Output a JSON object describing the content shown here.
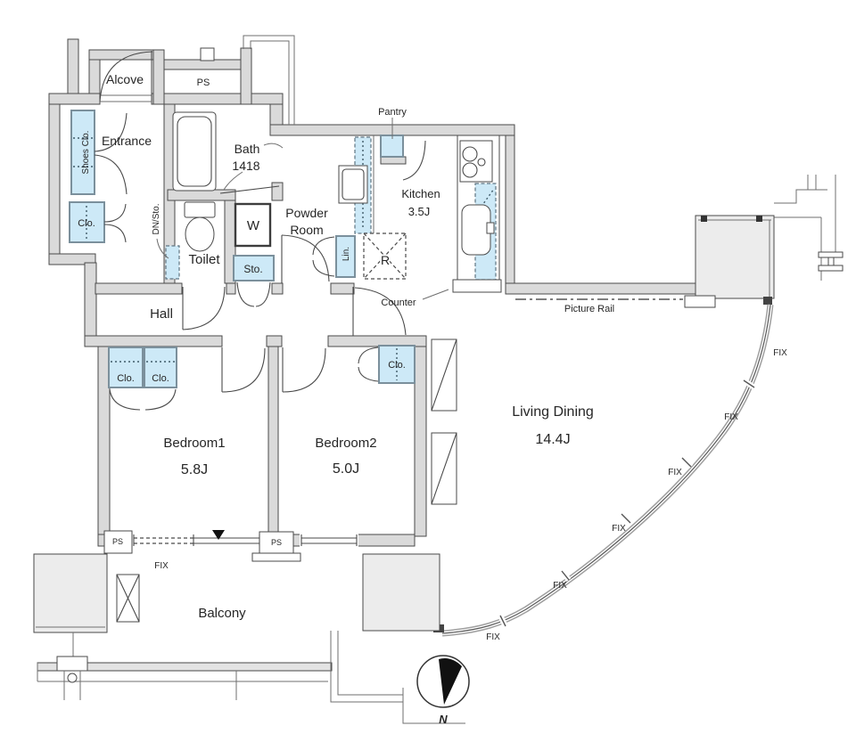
{
  "floorplan": {
    "rooms": {
      "alcove": "Alcove",
      "ps_top": "PS",
      "entrance": "Entrance",
      "bath_line1": "Bath",
      "bath_line2": "1418",
      "powder_line1": "Powder",
      "powder_line2": "Room",
      "toilet": "Toilet",
      "hall": "Hall",
      "kitchen_line1": "Kitchen",
      "kitchen_line2": "3.5J",
      "living_line1": "Living Dining",
      "living_line2": "14.4J",
      "bedroom1_line1": "Bedroom1",
      "bedroom1_line2": "5.8J",
      "bedroom2_line1": "Bedroom2",
      "bedroom2_line2": "5.0J",
      "balcony": "Balcony"
    },
    "storage": {
      "shoes_clo": "Shoes Clo.",
      "clo_entrance": "Clo.",
      "dn_sto": "DN/Sto.",
      "washer": "W",
      "sto": "Sto.",
      "lin": "Lin.",
      "pantry": "Pantry",
      "fridge": "R",
      "clo_bed1_left": "Clo.",
      "clo_bed1_right": "Clo.",
      "clo_bed2": "Clo."
    },
    "labels": {
      "counter": "Counter",
      "picture_rail": "Picture Rail",
      "fix": "FIX",
      "ps_shaft": "PS",
      "north": "N"
    },
    "colors": {
      "wall_fill": "#dadada",
      "block_fill": "#ececec",
      "closet_fill": "#cde9f7",
      "outline": "#4a4a4a"
    }
  }
}
